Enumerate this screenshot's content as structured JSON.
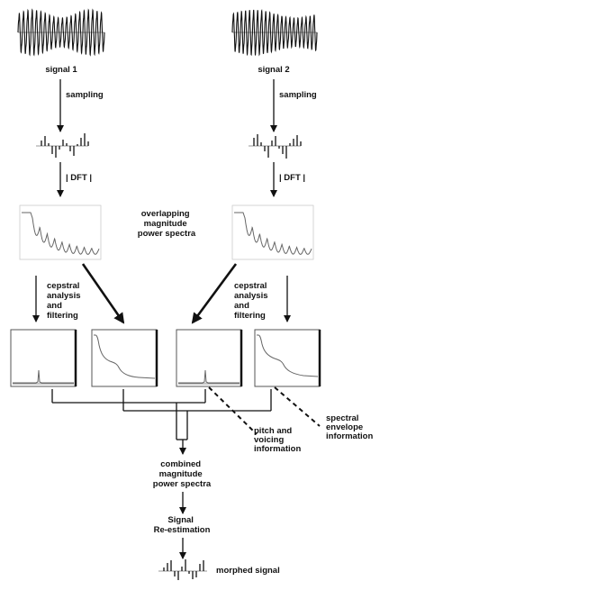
{
  "labels": {
    "signal1": "signal 1",
    "signal2": "signal 2",
    "sampling_left": "sampling",
    "sampling_right": "sampling",
    "dft_left": "| DFT |",
    "dft_right": "| DFT |",
    "overlap": [
      "overlapping",
      "magnitude",
      "power spectra"
    ],
    "cepstral_left": [
      "cepstral",
      "analysis",
      "and",
      "filtering"
    ],
    "cepstral_right": [
      "cepstral",
      "analysis",
      "and",
      "filtering"
    ],
    "pitch": [
      "pitch and",
      "voicing",
      "information"
    ],
    "envelope": [
      "spectral",
      "envelope",
      "information"
    ],
    "combined": [
      "combined",
      "magnitude",
      "power spectra"
    ],
    "reestimation": [
      "Signal",
      "Re-estimation"
    ],
    "morphed": "morphed signal"
  },
  "colors": {
    "ink": "#111111",
    "axis": "#777777",
    "spectrum": "#666666",
    "frame": "#555555"
  }
}
